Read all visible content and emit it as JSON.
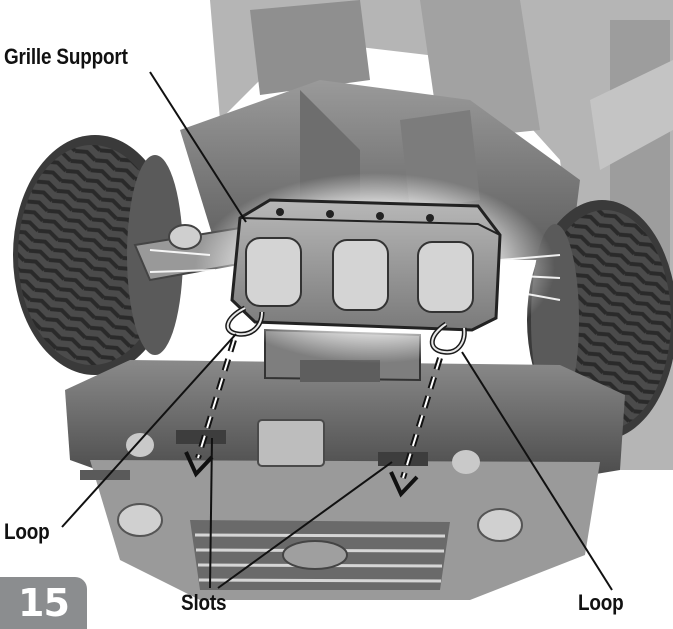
{
  "labels": {
    "grille_support": "Grille Support",
    "loop_left": "Loop",
    "slots": "Slots",
    "loop_right": "Loop"
  },
  "step_number": "15",
  "colors": {
    "ink": "#111111",
    "badge": "#8b8d8f",
    "part_light": "#cfcfcf",
    "part_dark": "#5a5a5a"
  }
}
